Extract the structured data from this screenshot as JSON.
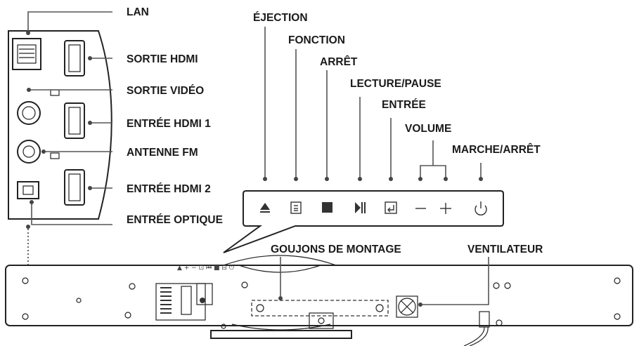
{
  "labels": {
    "lan": "LAN",
    "sortie_hdmi": "SORTIE HDMI",
    "sortie_video": "SORTIE VIDÉO",
    "entree_hdmi_1": "ENTRÉE HDMI 1",
    "antenne_fm": "ANTENNE FM",
    "entree_hdmi_2": "ENTRÉE HDMI 2",
    "entree_optique": "ENTRÉE OPTIQUE",
    "ejection": "ÉJECTION",
    "fonction": "FONCTION",
    "arret": "ARRÊT",
    "lecture_pause": "LECTURE/PAUSE",
    "entree": "ENTRÉE",
    "volume": "VOLUME",
    "marche_arret": "MARCHE/ARRÊT",
    "goujons": "GOUJONS DE MONTAGE",
    "ventilateur": "VENTILATEUR"
  },
  "icons": {
    "eject": "eject-icon",
    "function": "function-icon",
    "stop": "stop-icon",
    "play_pause": "play-pause-icon",
    "input": "input-icon",
    "volume_down": "minus-icon",
    "volume_up": "plus-icon",
    "power": "power-icon"
  },
  "colors": {
    "line": "#222222",
    "leader": "#555555",
    "text": "#1a1a1a"
  }
}
